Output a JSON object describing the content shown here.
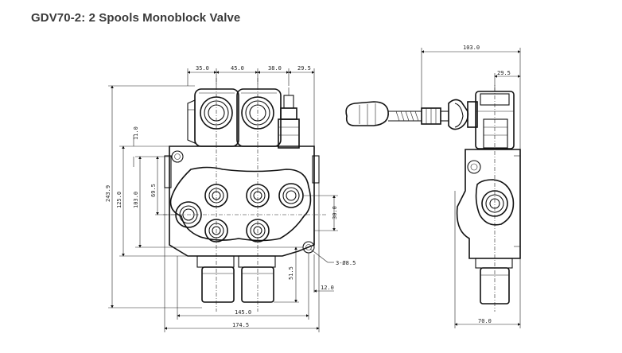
{
  "title": "GDV70-2: 2 Spools Monoblock Valve",
  "front_view": {
    "dims": {
      "top_a": "35.0",
      "top_b": "45.0",
      "top_c": "38.0",
      "top_d": "29.5",
      "overall_height": "243.9",
      "height_b": "125.0",
      "height_c": "103.0",
      "height_d": "69.5",
      "height_e": "11.0",
      "port_offset": "30.0",
      "lower": "51.5",
      "right_offset": "12.0",
      "bottom_a": "145.0",
      "bottom_b": "174.5",
      "holes": "3-Ø8.5"
    }
  },
  "side_view": {
    "dims": {
      "top_a": "103.0",
      "top_b": "29.5",
      "bottom": "70.0"
    }
  }
}
